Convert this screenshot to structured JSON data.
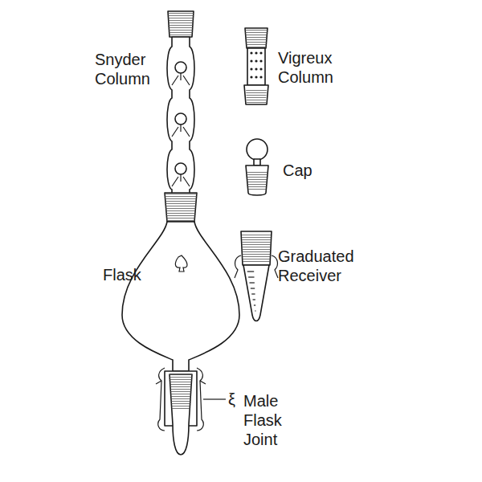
{
  "diagram": {
    "labels": [
      "Snyder Column",
      "Vigreux Column",
      "Cap",
      "Flask",
      "Graduated Receiver",
      "ξ",
      "Male Flask Joint"
    ]
  }
}
